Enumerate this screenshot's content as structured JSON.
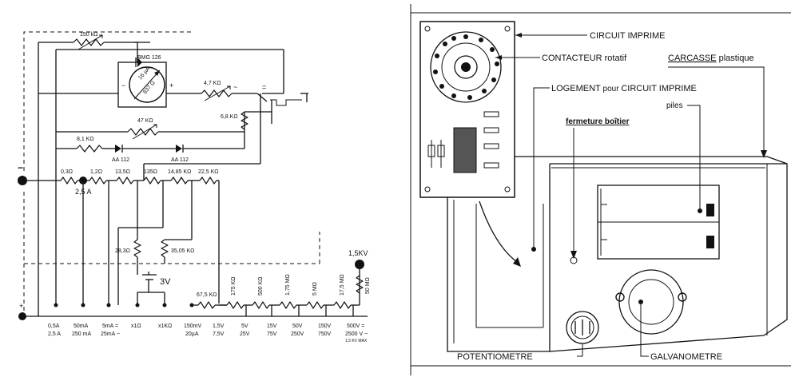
{
  "schematic": {
    "resistor_labels": {
      "r_150k": "150 kΩ",
      "r_4k7": "4,7 KΩ",
      "r_47k": "47 KΩ",
      "r_6k8": "6,8 KΩ",
      "r_8k1": "8,1 KΩ",
      "r_0_3": "0,3Ω",
      "r_1_2": "1,2Ω",
      "r_13_5": "13,5Ω",
      "r_135": "135Ω",
      "r_1485": "14,85 KΩ",
      "r_22_5k": "22,5 KΩ",
      "r_28_3": "28,3Ω",
      "r_35_05k": "35,05 KΩ",
      "r_67_5k": "67,5 KΩ",
      "r_175k": "175 KΩ",
      "r_500k": "500 KΩ",
      "r_1_75m": "1,75 MΩ",
      "r_5m": "5 MΩ",
      "r_17_5m": "17,5 MΩ",
      "r_50m": "50 MΩ"
    },
    "component_labels": {
      "diode_bridge": "BMG 126",
      "meter_current": "16 µA",
      "meter_resistance": "837 Ω",
      "diode_1": "AA 112",
      "diode_2": "AA 112",
      "battery": "3V",
      "ac_symbol": "~",
      "dc_symbol": "=",
      "shunt_tap": "2,5 A",
      "hv_terminal": "1,5KV",
      "minus_terminal": "−",
      "plus_terminal": "+",
      "meter_minus": "−",
      "meter_plus": "+"
    },
    "ranges": [
      {
        "line1": "0,5A",
        "line2": "2,5 A"
      },
      {
        "line1": "50mA",
        "line2": "250 mA"
      },
      {
        "line1": "5mA =",
        "line2": "25mA ~"
      },
      {
        "line1": "x1Ω",
        "line2": ""
      },
      {
        "line1": "x1KΩ",
        "line2": ""
      },
      {
        "line1": "150mV",
        "line2": "20µA"
      },
      {
        "line1": "1,5V",
        "line2": "7,5V"
      },
      {
        "line1": "5V",
        "line2": "25V"
      },
      {
        "line1": "15V",
        "line2": "75V"
      },
      {
        "line1": "50V",
        "line2": "250V"
      },
      {
        "line1": "150V",
        "line2": "750V"
      },
      {
        "line1": "500V =",
        "line2": "2500 V ~",
        "line3": "1,5 KV MAX"
      }
    ]
  },
  "assembly": {
    "labels": {
      "circuit_imprime": "CIRCUIT IMPRIME",
      "contacteur_main": "CONTACTEUR",
      "contacteur_sub": " rotatif",
      "carcasse_main": "CARCASSE",
      "carcasse_sub": " plastique",
      "logement_main": "LOGEMENT",
      "logement_mid": " pour ",
      "logement_end": "CIRCUIT IMPRIME",
      "piles": "piles",
      "fermeture": "fermeture boîtier",
      "potentiometre": "POTENTIOMETRE",
      "galvanometre": "GALVANOMETRE"
    }
  }
}
